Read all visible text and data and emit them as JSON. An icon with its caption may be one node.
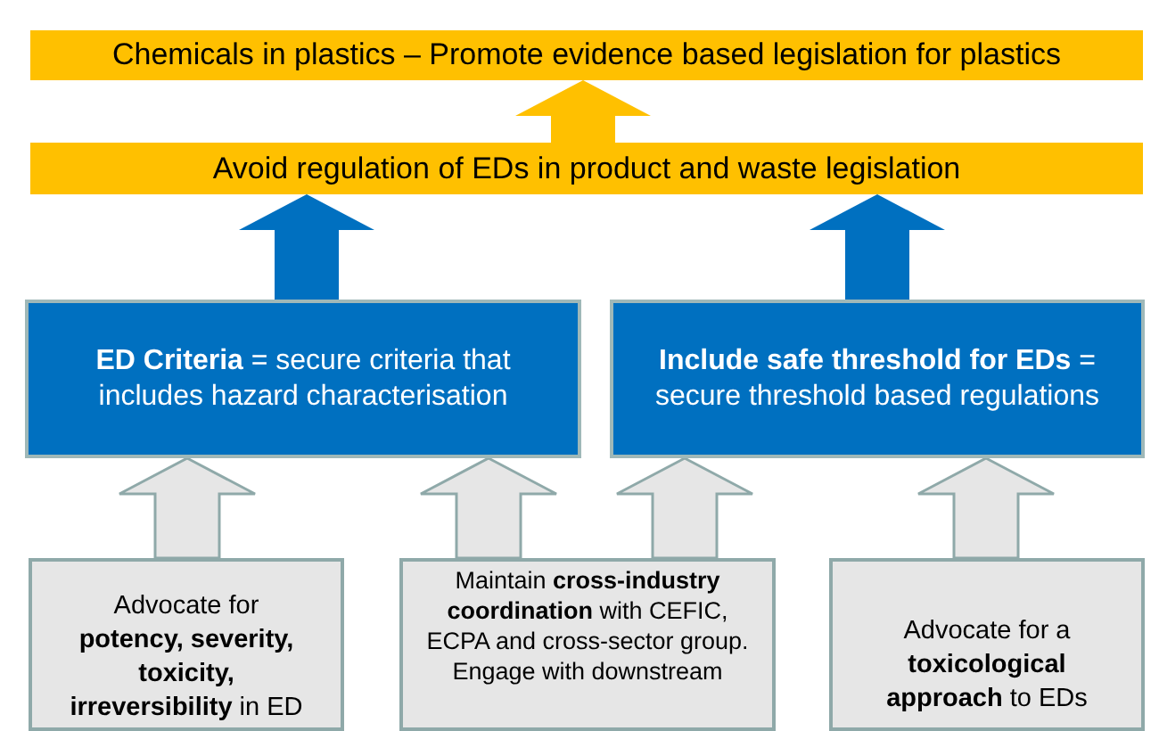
{
  "diagram": {
    "nodes": [
      {
        "text": [
          "Chemicals in plastics – Promote evidence based legislation for plastics"
        ]
      },
      {
        "text": [
          "Avoid regulation of EDs in product and waste legislation"
        ]
      },
      {
        "text": [
          "**ED Criteria** = secure criteria that includes hazard characterisation"
        ]
      },
      {
        "text": [
          "**Include safe threshold for EDs** = secure threshold based regulations"
        ]
      },
      {
        "text": [
          "Advocate for **potency, severity, toxicity, irreversibility** in ED"
        ]
      },
      {
        "text": [
          "Maintain **cross-industry coordination** with CEFIC, ECPA and cross-sector group.",
          "Engage with downstream"
        ]
      },
      {
        "text": [
          "Advocate for a **toxicological approach** to EDs"
        ]
      }
    ],
    "edges": [
      {
        "from": 1,
        "to": 0,
        "arrow": "to",
        "color": "#ffc000"
      },
      {
        "from": 2,
        "to": 1,
        "arrow": "to",
        "color": "#0070c0"
      },
      {
        "from": 3,
        "to": 1,
        "arrow": "to",
        "color": "#0070c0"
      },
      {
        "from": 4,
        "to": 2,
        "arrow": "to"
      },
      {
        "from": 5,
        "to": 2,
        "arrow": "to"
      },
      {
        "from": 5,
        "to": 3,
        "arrow": "to"
      },
      {
        "from": 6,
        "to": 3,
        "arrow": "to"
      }
    ]
  }
}
